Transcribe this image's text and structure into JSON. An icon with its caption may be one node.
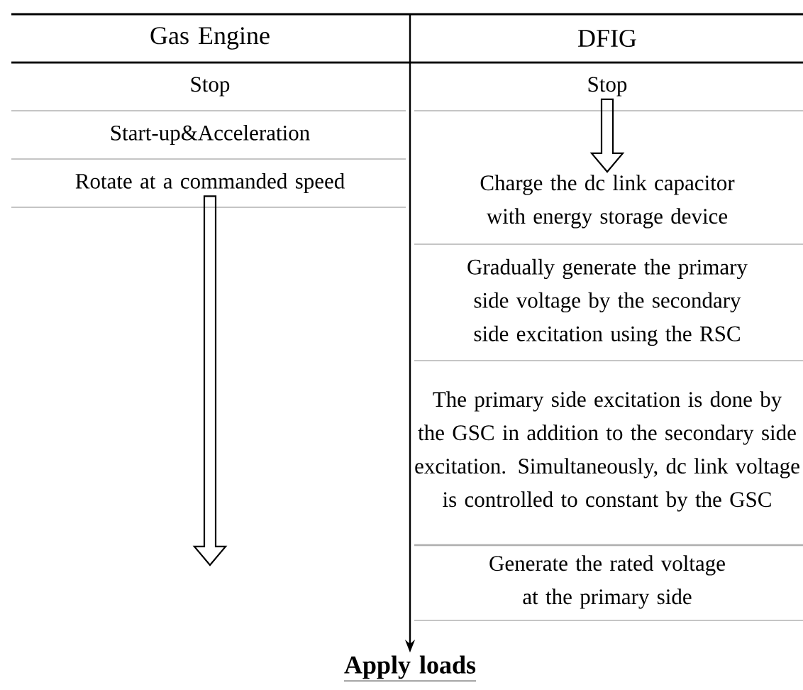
{
  "diagram": {
    "nodes": [
      {
        "text": [
          "Gas Engine"
        ]
      },
      {
        "text": [
          "DFIG"
        ]
      },
      {
        "text": [
          "Stop"
        ]
      },
      {
        "text": [
          "Stop"
        ]
      },
      {
        "text": [
          "Start-up&Acceleration"
        ]
      },
      {
        "text": [
          "Rotate at a commanded speed"
        ]
      },
      {
        "text": [
          "Charge the dc link capacitor with energy storage device"
        ]
      },
      {
        "text": [
          "Gradually generate the primary side voltage by the secondary side excitation using the RSC"
        ]
      },
      {
        "text": [
          "The primary side excitation is done by the GSC in addition to the secondary side excitation. Simultaneously, dc link voltage is controlled to constant by the GSC"
        ]
      },
      {
        "text": [
          "Generate the rated voltage at the primary side"
        ]
      },
      {
        "text": [
          "Apply loads"
        ]
      }
    ],
    "edges": [
      {
        "from": 3,
        "to": 6,
        "arrow": "to"
      },
      {
        "from": 5,
        "to": null,
        "arrow": "to"
      },
      {
        "from": null,
        "to": 10,
        "arrow": "to"
      }
    ]
  }
}
